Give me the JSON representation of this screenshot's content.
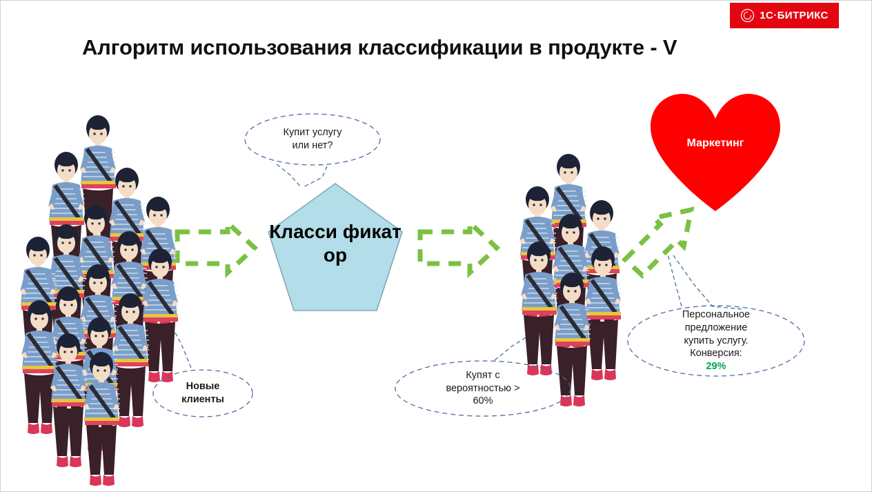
{
  "logo": {
    "icon": "bitrix-b-icon",
    "text": "1C·БИТРИКС",
    "bg_color": "#e30611",
    "fg_color": "#ffffff"
  },
  "title": "Алгоритм использования классификации в продукте - V",
  "shapes": {
    "pentagon": {
      "label_lines": [
        "Класси",
        "фикат",
        "ор"
      ],
      "fill_color": "#b3dde8",
      "stroke_color": "#7fa9b5"
    },
    "heart": {
      "label": "Маркетинг",
      "fill_color": "#ff0000",
      "text_color": "#ffffff"
    }
  },
  "callouts": [
    {
      "name": "question",
      "lines": [
        "Купит услугу",
        "или нет?"
      ],
      "bold": false,
      "stroke_color": "#4a6f9c"
    },
    {
      "name": "new-clients",
      "lines": [
        "Новые",
        "клиенты"
      ],
      "bold": true,
      "stroke_color": "#4a6f9c"
    },
    {
      "name": "probability",
      "lines": [
        "Купят с",
        "вероятностью >",
        "60%"
      ],
      "bold": false,
      "stroke_color": "#4a6f9c"
    },
    {
      "name": "offer",
      "lines": [
        "Персональное",
        "предложение",
        "купить услугу."
      ],
      "conversion_label": "Конверсия: ",
      "conversion_value": "29%",
      "conversion_color": "#00a550",
      "bold": false,
      "stroke_color": "#4a6f9c"
    }
  ],
  "arrows": {
    "color": "#7ac143",
    "style": "dashed-block-arrow",
    "items": [
      {
        "name": "crowd-to-classifier",
        "direction": "right"
      },
      {
        "name": "classifier-to-segment",
        "direction": "right"
      },
      {
        "name": "segment-to-marketing",
        "direction": "up-right"
      }
    ]
  },
  "groups": {
    "left_crowd": {
      "name": "new-clients-crowd",
      "count": 16
    },
    "right_crowd": {
      "name": "qualified-segment-crowd",
      "count": 7
    }
  },
  "palette": {
    "shirt": "#7a9ec9",
    "shirt_stripe": "#dfe8f2",
    "hair": "#1d2335",
    "pants": "#3a2029",
    "shoes": "#d9365a",
    "skin": "#f5dcc6",
    "bag": "#2b2b33",
    "belt_yellow": "#e8c63a",
    "belt_red": "#e0415e"
  }
}
